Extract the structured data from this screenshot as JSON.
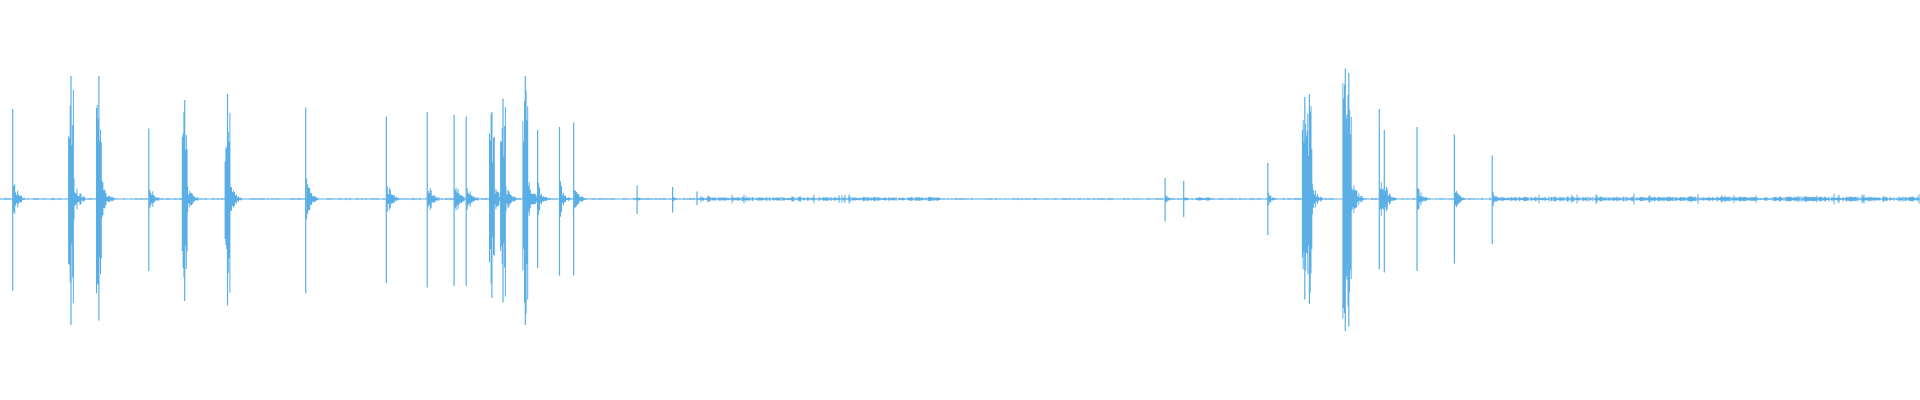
{
  "waveform": {
    "color": "#5aaee6",
    "background": "#ffffff",
    "baseline_amplitude": 0.006,
    "spikes": [
      {
        "t": 0.0066,
        "up": 0.6,
        "down": 0.61
      },
      {
        "t": 0.037,
        "up": 0.82,
        "down": 0.84
      },
      {
        "t": 0.0515,
        "up": 0.82,
        "down": 0.81
      },
      {
        "t": 0.0775,
        "up": 0.47,
        "down": 0.48
      },
      {
        "t": 0.0962,
        "up": 0.66,
        "down": 0.68
      },
      {
        "t": 0.1185,
        "up": 0.7,
        "down": 0.71
      },
      {
        "t": 0.1592,
        "up": 0.61,
        "down": 0.63
      },
      {
        "t": 0.2012,
        "up": 0.55,
        "down": 0.56
      },
      {
        "t": 0.2225,
        "up": 0.58,
        "down": 0.59
      },
      {
        "t": 0.2365,
        "up": 0.56,
        "down": 0.58
      },
      {
        "t": 0.2428,
        "up": 0.55,
        "down": 0.58
      },
      {
        "t": 0.2562,
        "up": 0.58,
        "down": 0.66
      },
      {
        "t": 0.262,
        "up": 0.67,
        "down": 0.69
      },
      {
        "t": 0.2736,
        "up": 0.82,
        "down": 0.84
      },
      {
        "t": 0.28,
        "up": 0.46,
        "down": 0.46
      },
      {
        "t": 0.2914,
        "up": 0.48,
        "down": 0.51
      },
      {
        "t": 0.2988,
        "up": 0.51,
        "down": 0.51
      },
      {
        "t": 0.3318,
        "up": 0.09,
        "down": 0.1
      },
      {
        "t": 0.3503,
        "up": 0.08,
        "down": 0.09
      },
      {
        "t": 0.363,
        "up": 0.05,
        "down": 0.04
      },
      {
        "t": 0.6068,
        "up": 0.14,
        "down": 0.15
      },
      {
        "t": 0.6165,
        "up": 0.12,
        "down": 0.12
      },
      {
        "t": 0.6603,
        "up": 0.24,
        "down": 0.24
      },
      {
        "t": 0.6796,
        "up": 0.68,
        "down": 0.67
      },
      {
        "t": 0.682,
        "up": 0.7,
        "down": 0.7
      },
      {
        "t": 0.7007,
        "up": 0.87,
        "down": 0.88
      },
      {
        "t": 0.7025,
        "up": 0.84,
        "down": 0.85
      },
      {
        "t": 0.7184,
        "up": 0.6,
        "down": 0.47
      },
      {
        "t": 0.721,
        "up": 0.46,
        "down": 0.49
      },
      {
        "t": 0.738,
        "up": 0.48,
        "down": 0.48
      },
      {
        "t": 0.7575,
        "up": 0.43,
        "down": 0.43
      },
      {
        "t": 0.7772,
        "up": 0.29,
        "down": 0.3
      }
    ],
    "noise_regions": [
      {
        "start": 0.365,
        "end": 0.49,
        "amplitude": 0.012
      },
      {
        "start": 0.623,
        "end": 0.632,
        "amplitude": 0.01
      },
      {
        "start": 0.78,
        "end": 1.0,
        "amplitude": 0.014
      }
    ]
  }
}
